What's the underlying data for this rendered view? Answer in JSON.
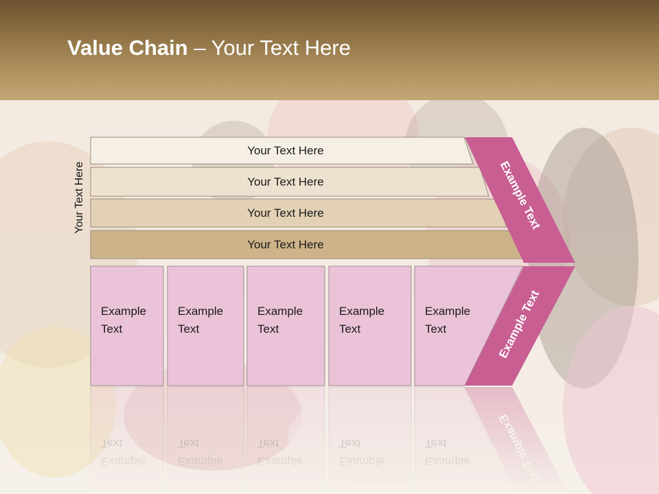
{
  "title": {
    "bold": "Value Chain",
    "rest": " – Your Text Here"
  },
  "side_label": "Your Text Here",
  "rows": [
    {
      "label": "Your Text Here",
      "color": "#f5efe6"
    },
    {
      "label": "Your Text Here",
      "color": "#ede1cf"
    },
    {
      "label": "Your Text Here",
      "color": "#e2d1b4"
    },
    {
      "label": "Your Text Here",
      "color": "#cdb389"
    }
  ],
  "boxes": [
    {
      "line1": "Example",
      "line2": "Text"
    },
    {
      "line1": "Example",
      "line2": "Text"
    },
    {
      "line1": "Example",
      "line2": "Text"
    },
    {
      "line1": "Example",
      "line2": "Text"
    },
    {
      "line1": "Example",
      "line2": "Text"
    }
  ],
  "arrow_upper_label": "Example Text",
  "arrow_lower_label": "Example Text",
  "colors": {
    "box_fill": "#ebc3d8",
    "arrow_fill": "#c85e92",
    "header_dark": "#6c5330",
    "header_light": "#c4a676"
  }
}
